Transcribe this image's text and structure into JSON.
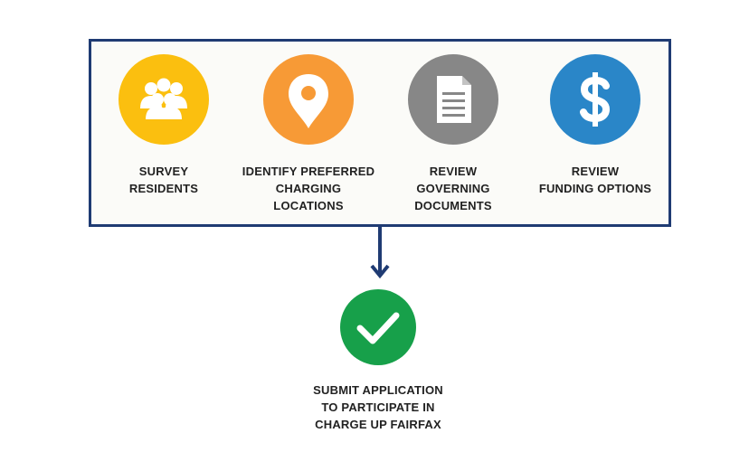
{
  "steps": [
    {
      "icon": "people-group-icon",
      "color": "#fbbf0f",
      "lines": [
        "SURVEY",
        "RESIDENTS"
      ]
    },
    {
      "icon": "map-pin-icon",
      "color": "#f79a36",
      "lines": [
        "IDENTIFY PREFERRED",
        "CHARGING",
        "LOCATIONS"
      ]
    },
    {
      "icon": "document-icon",
      "color": "#878787",
      "lines": [
        "REVIEW",
        "GOVERNING",
        "DOCUMENTS"
      ]
    },
    {
      "icon": "dollar-sign-icon",
      "color": "#2a86c8",
      "lines": [
        "REVIEW",
        "FUNDING OPTIONS"
      ]
    }
  ],
  "final": {
    "icon": "check-mark-icon",
    "color": "#17a04a",
    "lines": [
      "SUBMIT APPLICATION",
      "TO PARTICIPATE IN",
      "CHARGE UP FAIRFAX"
    ]
  },
  "colors": {
    "frame": "#1f3b73",
    "arrow": "#1f3b73",
    "text": "#222222"
  }
}
